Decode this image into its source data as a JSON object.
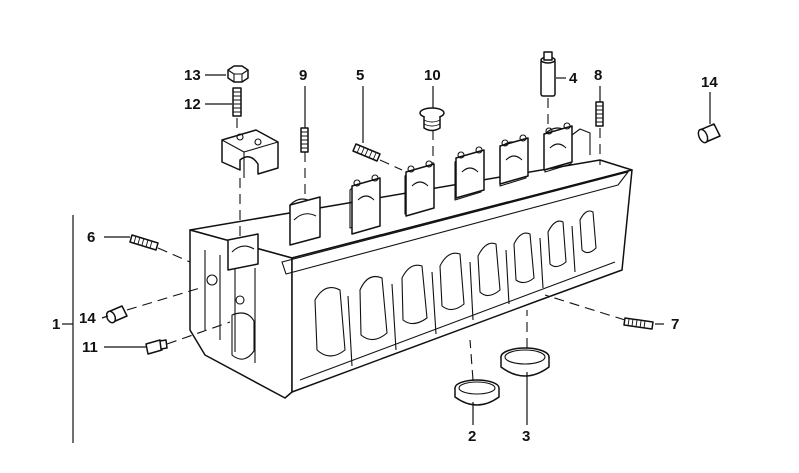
{
  "callouts": {
    "c1": "1",
    "c2": "2",
    "c3": "3",
    "c4": "4",
    "c5": "5",
    "c6": "6",
    "c7": "7",
    "c8": "8",
    "c9": "9",
    "c10": "10",
    "c11": "11",
    "c12": "12",
    "c13": "13",
    "c14_left": "14",
    "c14_right": "14"
  },
  "icons": {
    "cylinder_head": "cylinder-head-icon",
    "bearing_cap": "camshaft-bearing-cap-icon",
    "stud": "stud-bolt-icon",
    "nut": "hex-nut-icon",
    "sleeve": "dowel-sleeve-icon",
    "plug": "screw-plug-icon",
    "seal_ring": "valve-seat-ring-icon"
  },
  "colors": {
    "line": "#111111",
    "background": "#ffffff",
    "shade": "#e9e9e9"
  }
}
